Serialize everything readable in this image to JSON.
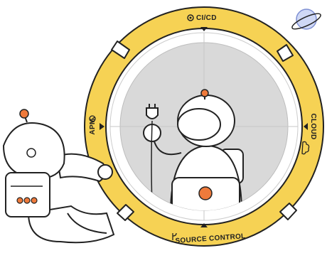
{
  "ring": {
    "segments": {
      "top": {
        "label": "CI/CD",
        "icon": "gear-icon"
      },
      "right": {
        "label": "CLOUD",
        "icon": "cloud-icon"
      },
      "bottom": {
        "label": "SOURCE CONTROL",
        "icon": "branch-icon"
      },
      "left": {
        "label": "APM",
        "icon": "gauge-icon"
      }
    }
  },
  "colors": {
    "ring_yellow": "#f6d254",
    "inner_gray": "#d9d9d9",
    "accent_orange": "#ef7a3b",
    "planet_blue": "#cfd8f5",
    "outline": "#222222"
  },
  "illustration": {
    "planet": "planet-icon",
    "astronaut_left": "astronaut-icon",
    "astronaut_center": "astronaut-icon",
    "plug": "plug-icon",
    "laptop": "laptop-icon"
  }
}
